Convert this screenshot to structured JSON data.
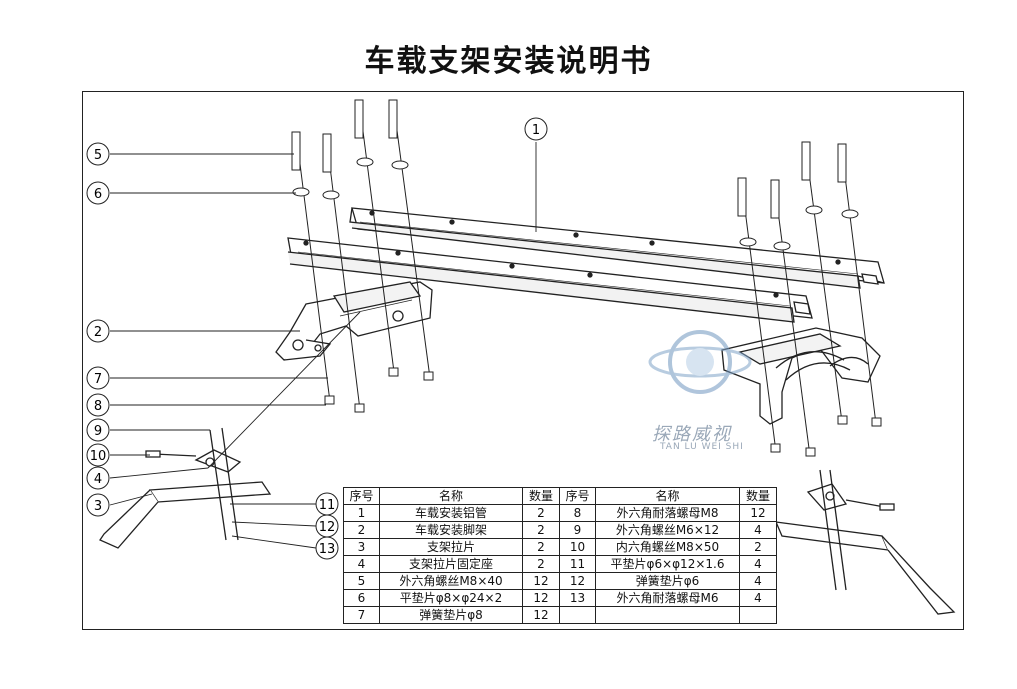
{
  "title": "车载支架安装说明书",
  "callouts": [
    "1",
    "2",
    "3",
    "4",
    "5",
    "6",
    "7",
    "8",
    "9",
    "10",
    "11",
    "12",
    "13"
  ],
  "watermark": {
    "text": "探路威视",
    "sub": "TAN LU WEI SHI"
  },
  "parts_table": {
    "headers": [
      "序号",
      "名称",
      "数量",
      "序号",
      "名称",
      "数量"
    ],
    "rows": [
      [
        "1",
        "车载安装铝管",
        "2",
        "8",
        "外六角耐落螺母M8",
        "12"
      ],
      [
        "2",
        "车载安装脚架",
        "2",
        "9",
        "外六角螺丝M6×12",
        "4"
      ],
      [
        "3",
        "支架拉片",
        "2",
        "10",
        "内六角螺丝M8×50",
        "2"
      ],
      [
        "4",
        "支架拉片固定座",
        "2",
        "11",
        "平垫片φ6×φ12×1.6",
        "4"
      ],
      [
        "5",
        "外六角螺丝M8×40",
        "12",
        "12",
        "弹簧垫片φ6",
        "4"
      ],
      [
        "6",
        "平垫片φ8×φ24×2",
        "12",
        "13",
        "外六角耐落螺母M6",
        "4"
      ],
      [
        "7",
        "弹簧垫片φ8",
        "12",
        "",
        "",
        ""
      ]
    ]
  }
}
